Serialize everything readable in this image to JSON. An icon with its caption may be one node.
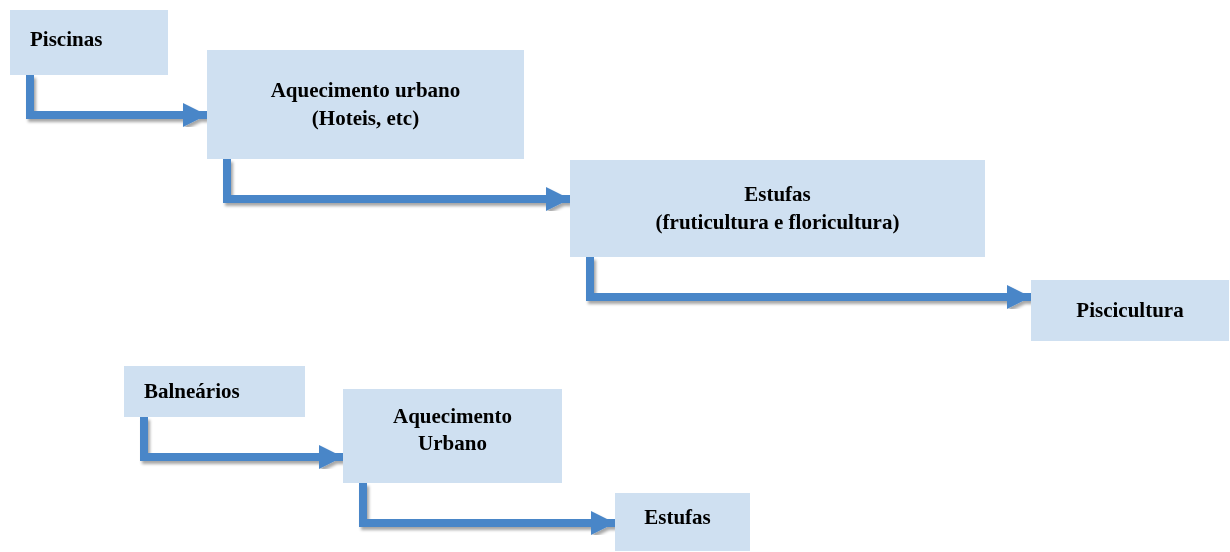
{
  "diagram": {
    "nodes": [
      {
        "text": [
          "Piscinas"
        ]
      },
      {
        "text": [
          "Aquecimento urbano",
          "(Hoteis, etc)"
        ]
      },
      {
        "text": [
          "Estufas",
          "(fruticultura e floricultura)"
        ]
      },
      {
        "text": [
          "Piscicultura"
        ]
      },
      {
        "text": [
          "Balneários"
        ]
      },
      {
        "text": [
          "Aquecimento Urbano"
        ]
      },
      {
        "text": [
          "Estufas"
        ]
      }
    ],
    "edges": [
      {
        "from": 0,
        "to": 1,
        "arrow": "to"
      },
      {
        "from": 1,
        "to": 2,
        "arrow": "to"
      },
      {
        "from": 2,
        "to": 3,
        "arrow": "to"
      },
      {
        "from": 4,
        "to": 5,
        "arrow": "to"
      },
      {
        "from": 5,
        "to": 6,
        "arrow": "to"
      }
    ]
  }
}
